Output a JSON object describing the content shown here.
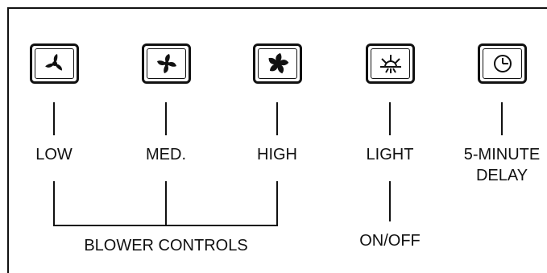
{
  "buttons": [
    {
      "id": "low",
      "icon": "fan-low-icon",
      "label": "LOW"
    },
    {
      "id": "med",
      "icon": "fan-medium-icon",
      "label": "MED."
    },
    {
      "id": "high",
      "icon": "fan-high-icon",
      "label": "HIGH"
    },
    {
      "id": "light",
      "icon": "light-bulb-icon",
      "label": "LIGHT"
    },
    {
      "id": "delay",
      "icon": "clock-icon",
      "label_line1": "5-MINUTE",
      "label_line2": "DELAY"
    }
  ],
  "group_label": "BLOWER CONTROLS",
  "light_caption": "ON/OFF",
  "colors": {
    "line": "#111111",
    "background": "#ffffff"
  }
}
